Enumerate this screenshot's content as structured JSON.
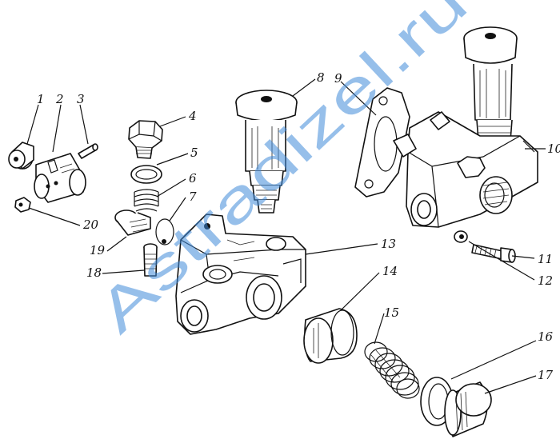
{
  "watermark": "Astradizel.ru",
  "callouts": [
    {
      "id": "1",
      "text": "1"
    },
    {
      "id": "2",
      "text": "2"
    },
    {
      "id": "3",
      "text": "3"
    },
    {
      "id": "4",
      "text": "4"
    },
    {
      "id": "5",
      "text": "5"
    },
    {
      "id": "6",
      "text": "6"
    },
    {
      "id": "7",
      "text": "7"
    },
    {
      "id": "8",
      "text": "8"
    },
    {
      "id": "9",
      "text": "9"
    },
    {
      "id": "10",
      "text": "10"
    },
    {
      "id": "11",
      "text": "11"
    },
    {
      "id": "12",
      "text": "12"
    },
    {
      "id": "13",
      "text": "13"
    },
    {
      "id": "14",
      "text": "14"
    },
    {
      "id": "15",
      "text": "15"
    },
    {
      "id": "16",
      "text": "16"
    },
    {
      "id": "17",
      "text": "17"
    },
    {
      "id": "18",
      "text": "18"
    },
    {
      "id": "19",
      "text": "19"
    },
    {
      "id": "20",
      "text": "20"
    }
  ]
}
